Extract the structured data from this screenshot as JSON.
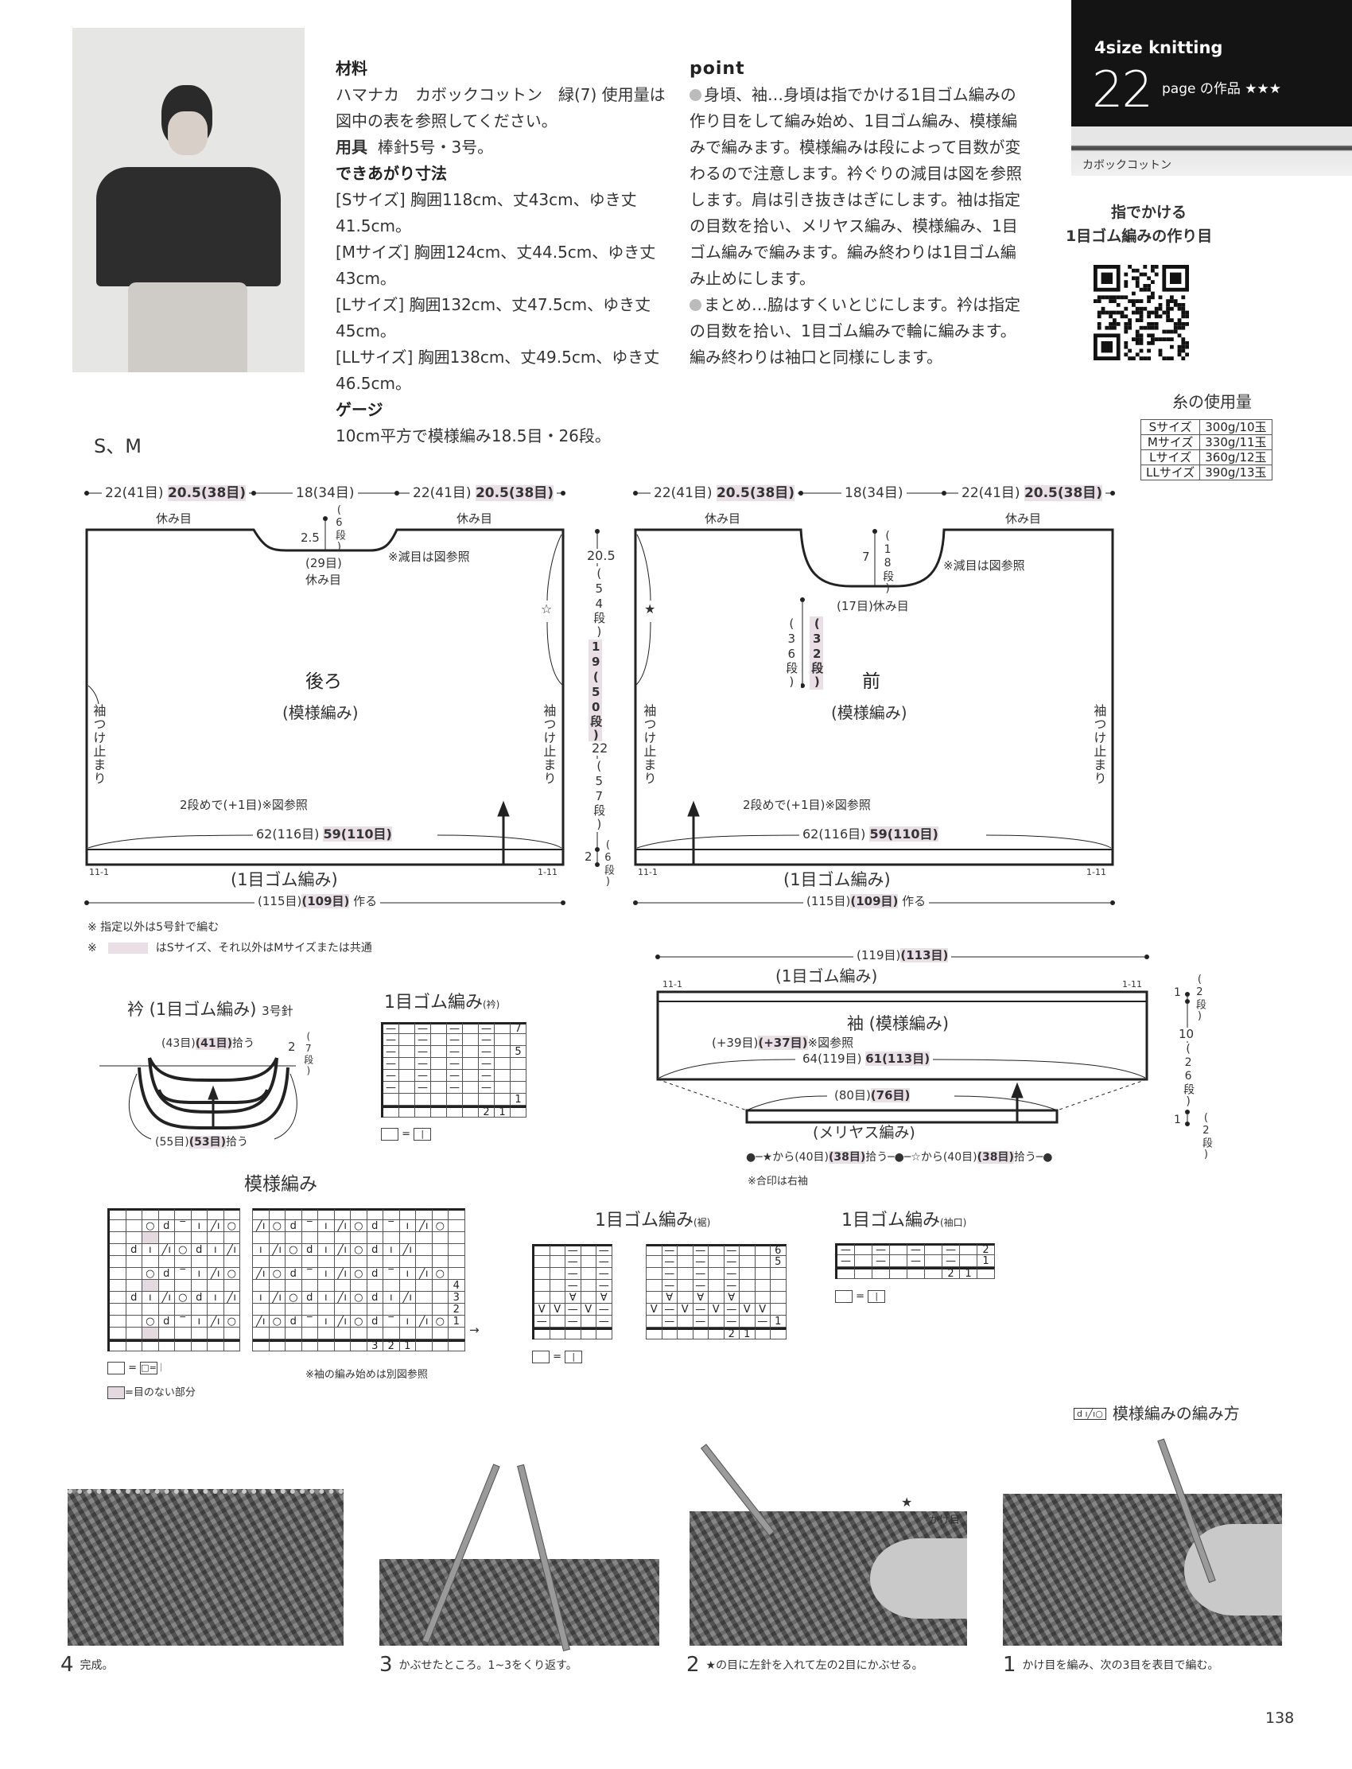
{
  "header": {
    "series": "4size knitting",
    "page_num": "22",
    "page_suffix": "page の作品 ★★★",
    "yarn_band_label": "カボックコットン"
  },
  "video": {
    "line1": "指でかける",
    "line2": "1目ゴム編みの作り目"
  },
  "yarn_table": {
    "title": "糸の使用量",
    "rows": [
      {
        "size": "Sサイズ",
        "amount": "300g/10玉"
      },
      {
        "size": "Mサイズ",
        "amount": "330g/11玉"
      },
      {
        "size": "Lサイズ",
        "amount": "360g/12玉"
      },
      {
        "size": "LLサイズ",
        "amount": "390g/13玉"
      }
    ]
  },
  "materials": {
    "heading": "材料",
    "text": "ハマナカ　カボックコットン　緑(7) 使用量は図中の表を参照してください。",
    "tools_heading": "用具",
    "tools": "棒針5号・3号。",
    "size_heading": "できあがり寸法",
    "sizes": [
      "[Sサイズ] 胸囲118cm、丈43cm、ゆき丈41.5cm。",
      "[Mサイズ] 胸囲124cm、丈44.5cm、ゆき丈43cm。",
      "[Lサイズ] 胸囲132cm、丈47.5cm、ゆき丈45cm。",
      "[LLサイズ] 胸囲138cm、丈49.5cm、ゆき丈46.5cm。"
    ],
    "gauge_heading": "ゲージ",
    "gauge": "10cm平方で模様編み18.5目・26段。"
  },
  "point": {
    "heading": "point",
    "items": [
      "身頃、袖…身頃は指でかける1目ゴム編みの作り目をして編み始め、1目ゴム編み、模様編みで編みます。模様編みは段によって目数が変わるので注意します。衿ぐりの減目は図を参照します。肩は引き抜きはぎにします。袖は指定の目数を拾い、メリヤス編み、模様編み、1目ゴム編みで編みます。編み終わりは1目ゴム編み止めにします。",
      "まとめ…脇はすくいとじにします。衿は指定の目数を拾い、1目ゴム編みで輪に編みます。編み終わりは袖口と同様にします。"
    ]
  },
  "size_label": "S、M",
  "back": {
    "dim_side": "22(41目)",
    "dim_side_m": "20.5(38目)",
    "dim_center": "18(34目)",
    "rest_label": "休み目",
    "neck_depth": "2.5",
    "neck_rows": "(6段)",
    "neck_sts": "(29目)",
    "neck_rest": "休み目",
    "dec_note": "※減目は図参照",
    "title": "後ろ",
    "stitch": "(模様編み)",
    "sleeve_stop": "袖つけ止まり",
    "inc_note": "2段めで(+1目)※図参照",
    "width_s": "62(116目)",
    "width_m": "59(110目)",
    "rib": "(1目ゴム編み)",
    "cast_on_s": "(115目)",
    "cast_on_m": "(109目)",
    "cast_on_suffix": "作る",
    "rib_mark_left": "11-1",
    "rib_mark_right": "1-11",
    "star": "☆"
  },
  "front": {
    "dim_side": "22(41目)",
    "dim_side_m": "20.5(38目)",
    "dim_center": "18(34目)",
    "rest_label": "休み目",
    "neck_depth": "7",
    "neck_rows": "(18段)",
    "neck_rest": "(17目)休み目",
    "neck_start_rows": "(36段)",
    "neck_start_rows_m": "(32段)",
    "dec_note": "※減目は図参照",
    "title": "前",
    "stitch": "(模様編み)",
    "sleeve_stop": "袖つけ止まり",
    "inc_note": "2段めで(+1目)※図参照",
    "width_s": "62(116目)",
    "width_m": "59(110目)",
    "rib": "(1目ゴム編み)",
    "cast_on_s": "(115目)",
    "cast_on_m": "(109目)",
    "cast_on_suffix": "作る",
    "rib_mark_left": "11-1",
    "rib_mark_right": "1-11",
    "star": "★"
  },
  "height_dims": {
    "armhole": "20.5",
    "armhole_rows": "(54段)",
    "armhole_m": "19",
    "armhole_m_rows": "(50段)",
    "body": "22",
    "body_rows": "(57段)",
    "rib": "2",
    "rib_rows": "(6段)"
  },
  "notes": {
    "needle": "※ 指定以外は5号針で編む",
    "size_note_prefix": "※",
    "size_note": "はSサイズ、それ以外はMサイズまたは共通"
  },
  "sleeve": {
    "top_s": "(119目)",
    "top_m": "(113目)",
    "rib": "(1目ゴム編み)",
    "title": "袖 (模様編み)",
    "inc_s": "(+39目)",
    "inc_m": "(+37目)",
    "inc_suffix": "※図参照",
    "width_s": "64(119目)",
    "width_m": "61(113目)",
    "base_s": "(80目)",
    "base_m": "(76目)",
    "base_stitch": "(メリヤス編み)",
    "pick1_prefix": "●─★から(40目)",
    "pick1_m": "(38目)",
    "pick1_suffix": "拾う─●─☆から(40目)",
    "pick2_m": "(38目)",
    "pick2_suffix": "拾う─●",
    "match_note": "※合印は右袖",
    "rib_height": "1",
    "rib_rows": "(2段)",
    "body_height": "10",
    "body_rows": "(26段)",
    "base_height": "1",
    "base_rows": "(2段)",
    "rib_mark_left": "11-1",
    "rib_mark_right": "1-11"
  },
  "collar": {
    "title": "衿 (1目ゴム編み)",
    "needle": "3号針",
    "pick_inner_s": "(43目)",
    "pick_inner_m": "(41目)",
    "pick_inner_suffix": "拾う",
    "height": "2",
    "rows": "(7段)",
    "pick_outer_s": "(55目)",
    "pick_outer_m": "(53目)",
    "pick_outer_suffix": "拾う"
  },
  "charts": {
    "collar_rib": {
      "title": "1目ゴム編み",
      "sub": "(衿)",
      "legend": "□=｜",
      "cells": [
        [
          "—",
          "",
          "—",
          "",
          "—",
          "",
          "—",
          "",
          "7"
        ],
        [
          "—",
          "",
          "—",
          "",
          "—",
          "",
          "—",
          "",
          ""
        ],
        [
          "—",
          "",
          "—",
          "",
          "—",
          "",
          "—",
          "",
          "5"
        ],
        [
          "—",
          "",
          "—",
          "",
          "—",
          "",
          "—",
          "",
          ""
        ],
        [
          "—",
          "",
          "—",
          "",
          "—",
          "",
          "—",
          "",
          ""
        ],
        [
          "—",
          "",
          "—",
          "",
          "—",
          "",
          "—",
          "",
          ""
        ],
        [
          "",
          "",
          "",
          "",
          "",
          "",
          "",
          "",
          "1"
        ],
        [
          "",
          "",
          "",
          "",
          "",
          "",
          "2",
          "1",
          ""
        ]
      ]
    },
    "hem_rib_left": {
      "cells": [
        [
          "",
          "",
          "—",
          "",
          "—"
        ],
        [
          "",
          "",
          "—",
          "",
          "—"
        ],
        [
          "",
          "",
          "—",
          "",
          "—"
        ],
        [
          "",
          "",
          "—",
          "",
          "—"
        ],
        [
          "",
          "",
          "∀",
          "",
          "∀"
        ],
        [
          "V",
          "V",
          "—",
          "V",
          "—"
        ],
        [
          "—",
          "",
          "—",
          "",
          "—"
        ],
        [
          "",
          "",
          "",
          "",
          ""
        ]
      ]
    },
    "hem_rib_right": {
      "title": "1目ゴム編み",
      "sub": "(裾)",
      "legend": "□=｜",
      "cells": [
        [
          "",
          "—",
          "",
          "—",
          "",
          "—",
          "",
          "",
          "6"
        ],
        [
          "",
          "—",
          "",
          "—",
          "",
          "—",
          "",
          "",
          "5"
        ],
        [
          "",
          "—",
          "",
          "—",
          "",
          "—",
          "",
          "",
          " "
        ],
        [
          "",
          "—",
          "",
          "—",
          "",
          "—",
          "",
          "",
          " "
        ],
        [
          "",
          "∀",
          "",
          "∀",
          "",
          "∀",
          "",
          "",
          " "
        ],
        [
          "V",
          "—",
          "V",
          "—",
          "V",
          "—",
          "V",
          "V",
          " "
        ],
        [
          "",
          "—",
          "",
          "—",
          "",
          "—",
          "",
          "—",
          "1"
        ],
        [
          "",
          "",
          "",
          "",
          "",
          "2",
          "1",
          "",
          " "
        ]
      ]
    },
    "cuff_rib": {
      "title": "1目ゴム編み",
      "sub": "(袖口)",
      "legend": "□=｜",
      "cells": [
        [
          "—",
          "",
          "—",
          "",
          "—",
          "",
          "—",
          "",
          "2"
        ],
        [
          "—",
          "",
          "—",
          "",
          "—",
          "",
          "—",
          "",
          "1"
        ],
        [
          "",
          "",
          "",
          "",
          "",
          "",
          "2",
          "1",
          ""
        ]
      ]
    },
    "pattern_left": {
      "cells": [
        [
          "",
          "",
          "",
          "",
          "",
          "",
          "",
          ""
        ],
        [
          "",
          "",
          "○",
          "d",
          "‾",
          "ı",
          "╱ı",
          "○"
        ],
        [
          "",
          "",
          "#",
          "",
          "",
          "",
          "",
          ""
        ],
        [
          "",
          "d",
          "ı",
          "╱ı",
          "○",
          "d",
          "ı",
          "╱ı"
        ],
        [
          "",
          "",
          "",
          "",
          "",
          "",
          "",
          ""
        ],
        [
          "",
          "",
          "○",
          "d",
          "‾",
          "ı",
          "╱ı",
          "○"
        ],
        [
          "",
          "",
          "#",
          "",
          "",
          "",
          "",
          ""
        ],
        [
          "",
          "d",
          "ı",
          "╱ı",
          "○",
          "d",
          "ı",
          "╱ı"
        ],
        [
          "",
          "",
          "",
          "",
          "",
          "",
          "",
          ""
        ],
        [
          "",
          "",
          "○",
          "d",
          "‾",
          "ı",
          "╱ı",
          "○"
        ],
        [
          "",
          "",
          "#",
          "",
          "",
          "",
          "",
          ""
        ],
        [
          "",
          "",
          "",
          "",
          "",
          "",
          "",
          ""
        ]
      ]
    },
    "pattern_right": {
      "title": "模様編み",
      "legend_plain": "□=｜",
      "legend_shaded": "=目のない部分",
      "note": "※袖の編み始めは別図参照",
      "arrow": "→",
      "cells": [
        [
          "",
          "",
          "",
          "",
          "",
          "",
          "",
          "",
          "",
          "",
          "",
          "",
          ""
        ],
        [
          "╱ı",
          "○",
          "d",
          "‾",
          "ı",
          "╱ı",
          "○",
          "d",
          "‾",
          "ı",
          "╱ı",
          "○",
          ""
        ],
        [
          "",
          "",
          "",
          "",
          "",
          "",
          "",
          "",
          "",
          "",
          "",
          "",
          ""
        ],
        [
          "ı",
          "╱ı",
          "○",
          "d",
          "ı",
          "╱ı",
          "○",
          "d",
          "ı",
          "╱ı",
          "",
          "",
          ""
        ],
        [
          "",
          "",
          "",
          "",
          "",
          "",
          "",
          "",
          "",
          "",
          "",
          "",
          ""
        ],
        [
          "╱ı",
          "○",
          "d",
          "‾",
          "ı",
          "╱ı",
          "○",
          "d",
          "‾",
          "ı",
          "╱ı",
          "○",
          ""
        ],
        [
          "",
          "",
          "",
          "",
          "",
          "",
          "",
          "",
          "",
          "",
          "",
          "",
          "4"
        ],
        [
          "ı",
          "╱ı",
          "○",
          "d",
          "ı",
          "╱ı",
          "○",
          "d",
          "ı",
          "╱ı",
          "",
          "",
          "3"
        ],
        [
          "",
          "",
          "",
          "",
          "",
          "",
          "",
          "",
          "",
          "",
          "",
          "",
          "2"
        ],
        [
          "╱ı",
          "○",
          "d",
          "‾",
          "ı",
          "╱ı",
          "○",
          "d",
          "‾",
          "ı",
          "╱ı",
          "○",
          "1"
        ],
        [
          "",
          "",
          "",
          "",
          "",
          "",
          "",
          "",
          "",
          "",
          "",
          "",
          ""
        ],
        [
          "",
          "",
          "",
          "",
          "",
          "",
          "",
          "3",
          "2",
          "1",
          "",
          "",
          ""
        ]
      ]
    }
  },
  "howto": {
    "symbol": "d ı╱ı○",
    "title": "模様編みの編み方",
    "steps": [
      {
        "num": "4",
        "text": "完成。"
      },
      {
        "num": "3",
        "text": "かぶせたところ。1~3をくり返す。"
      },
      {
        "num": "2",
        "text": "★の目に左針を入れて左の2目にかぶせる。",
        "star": "★",
        "yo_label": "かけ目"
      },
      {
        "num": "1",
        "text": "かけ目を編み、次の3目を表目で編む。"
      }
    ]
  },
  "page_number": "138"
}
